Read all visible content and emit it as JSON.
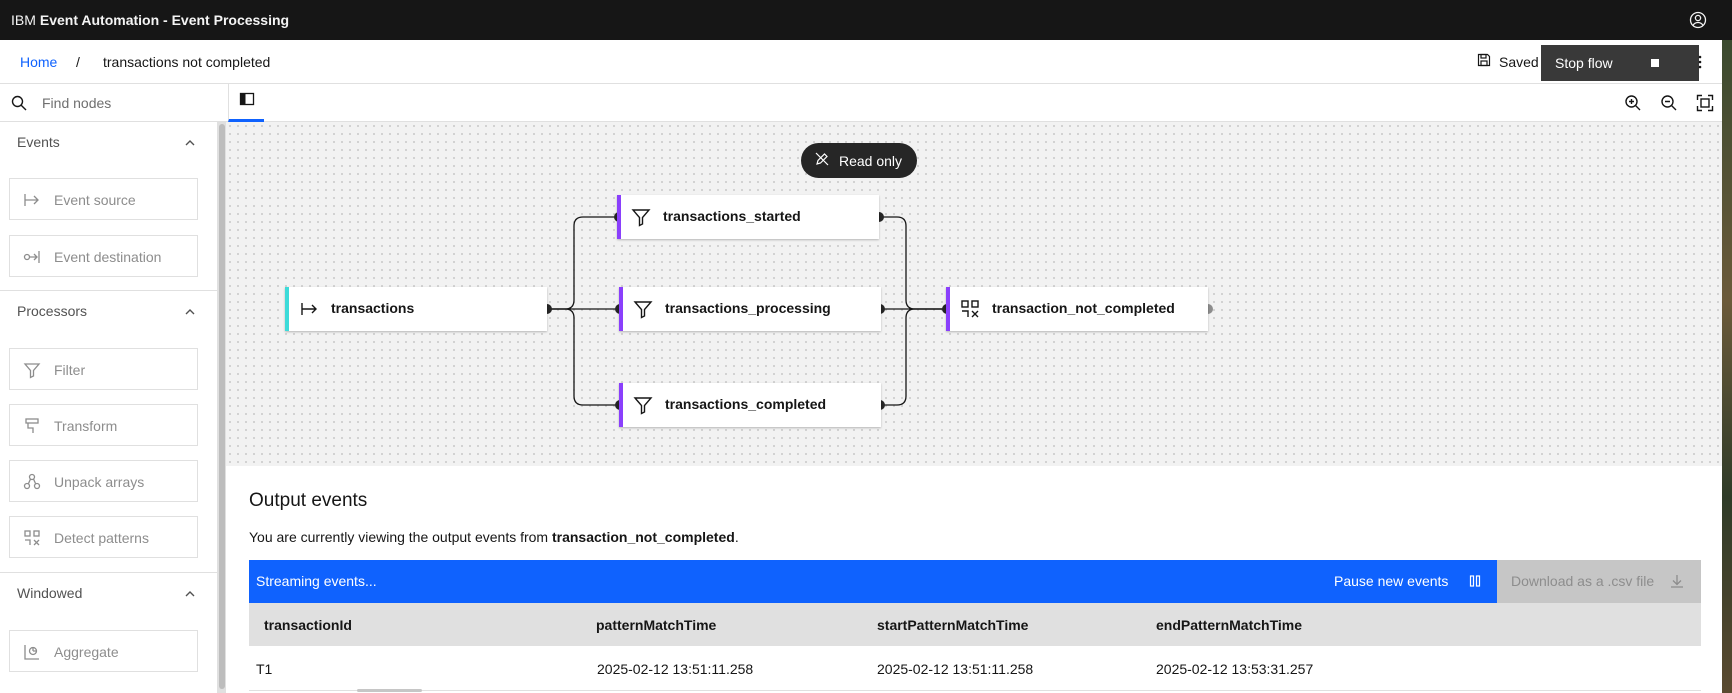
{
  "app": {
    "brand_prefix": "IBM",
    "brand_name": "Event Automation - Event Processing"
  },
  "breadcrumb": {
    "home": "Home",
    "separator": "/",
    "current": "transactions not completed"
  },
  "header_actions": {
    "saved_label": "Saved",
    "stop_flow_label": "Stop flow"
  },
  "search": {
    "placeholder": "Find nodes"
  },
  "sidebar": {
    "sections": [
      {
        "label": "Events",
        "items": [
          {
            "label": "Event source",
            "icon": "event-source-icon"
          },
          {
            "label": "Event destination",
            "icon": "event-destination-icon"
          }
        ]
      },
      {
        "label": "Processors",
        "items": [
          {
            "label": "Filter",
            "icon": "filter-icon"
          },
          {
            "label": "Transform",
            "icon": "transform-icon"
          },
          {
            "label": "Unpack arrays",
            "icon": "unpack-arrays-icon"
          },
          {
            "label": "Detect patterns",
            "icon": "detect-patterns-icon"
          }
        ]
      },
      {
        "label": "Windowed",
        "items": [
          {
            "label": "Aggregate",
            "icon": "aggregate-icon"
          }
        ]
      }
    ]
  },
  "canvas": {
    "read_only_label": "Read only",
    "nodes": [
      {
        "id": "transactions",
        "label": "transactions",
        "kind": "event-source",
        "accent": "#3ddbd9"
      },
      {
        "id": "transactions_started",
        "label": "transactions_started",
        "kind": "filter",
        "accent": "#8a3ffc"
      },
      {
        "id": "transactions_processing",
        "label": "transactions_processing",
        "kind": "filter",
        "accent": "#8a3ffc"
      },
      {
        "id": "transactions_completed",
        "label": "transactions_completed",
        "kind": "filter",
        "accent": "#8a3ffc"
      },
      {
        "id": "transaction_not_completed",
        "label": "transaction_not_completed",
        "kind": "detect-patterns",
        "accent": "#8a3ffc"
      }
    ]
  },
  "output": {
    "title": "Output events",
    "desc_prefix": "You are currently viewing the output events from ",
    "desc_node": "transaction_not_completed",
    "desc_suffix": ".",
    "streaming_label": "Streaming events...",
    "pause_label": "Pause new events",
    "download_label": "Download as a .csv file",
    "columns": [
      "transactionId",
      "patternMatchTime",
      "startPatternMatchTime",
      "endPatternMatchTime"
    ],
    "rows": [
      [
        "T1",
        "2025-02-12 13:51:11.258",
        "2025-02-12 13:51:11.258",
        "2025-02-12 13:53:31.257"
      ]
    ]
  },
  "colors": {
    "primary_blue": "#0f62fe",
    "header_bg": "#161616",
    "source_accent": "#3ddbd9",
    "processor_accent": "#8a3ffc"
  }
}
